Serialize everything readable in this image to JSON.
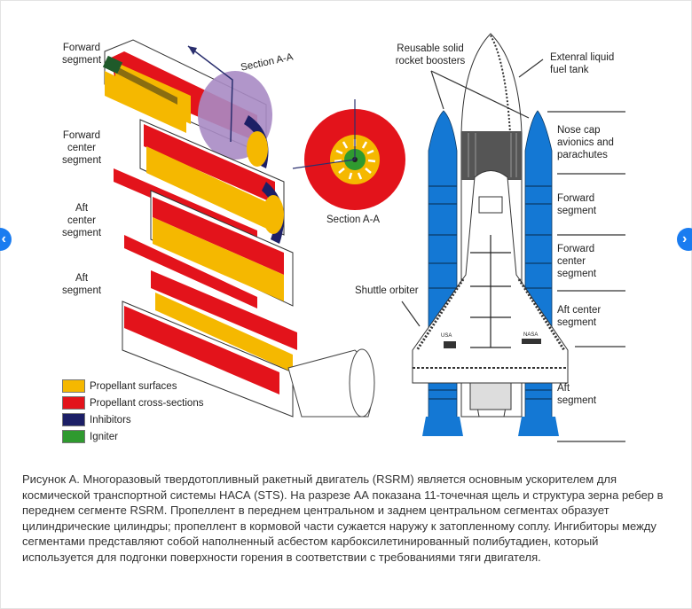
{
  "left_diagram": {
    "labels": {
      "forward_segment": "Forward\nsegment",
      "forward_center_segment": "Forward\ncenter\nsegment",
      "aft_center_segment": "Aft\ncenter\nsegment",
      "aft_segment": "Aft\nsegment",
      "section_aa_callout": "Section A-A",
      "section_aa_title": "Section A-A"
    },
    "legend": [
      {
        "label": "Propellant surfaces",
        "color": "#f5b800"
      },
      {
        "label": "Propellant cross-sections",
        "color": "#e3131b"
      },
      {
        "label": "Inhibitors",
        "color": "#1c1f66"
      },
      {
        "label": "Igniter",
        "color": "#2f9a2f"
      }
    ]
  },
  "right_diagram": {
    "labels": {
      "boosters": "Reusable solid\nrocket boosters",
      "fuel_tank": "Extenral liquid\nfuel tank",
      "nose_cap": "Nose cap\navionics and\nparachutes",
      "forward_segment": "Forward\nsegment",
      "forward_center_segment": "Forward\ncenter\nsegment",
      "aft_center_segment": "Aft center\nsegment",
      "aft_segment": "Aft\nsegment",
      "orbiter": "Shuttle orbiter",
      "usa_mark": "USA",
      "nasa_mark": "NASA"
    },
    "colors": {
      "booster": "#1478d4"
    }
  },
  "nav": {
    "prev_icon": "‹",
    "next_icon": "›",
    "color": "#1a7cf0"
  },
  "caption": "Рисунок А. Многоразовый твердотопливный ракетный двигатель (RSRM) является основным ускорителем для космической транспортной системы НАСА (STS). На разрезе АА показана 11-точечная щель и структура зерна ребер в переднем сегменте RSRM. Пропеллент в переднем центральном и заднем центральном сегментах образует цилиндрические цилиндры; пропеллент в кормовой части сужается наружу к затопленному соплу. Ингибиторы между сегментами представляют собой наполненный асбестом карбоксилетинированный полибутадиен, который используется для подгонки поверхности горения в соответствии с требованиями тяги двигателя."
}
